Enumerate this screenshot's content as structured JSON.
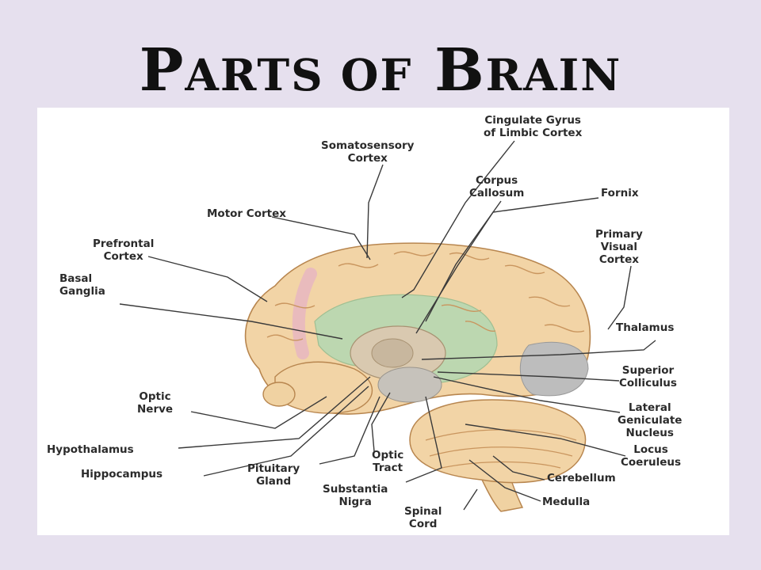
{
  "slide": {
    "title_initial_1": "P",
    "title_rest_1": "arts of",
    "title_initial_2": "B",
    "title_rest_2": "rain"
  },
  "labels": {
    "cingulate_gyrus": [
      "Cingulate Gyrus",
      "of Limbic Cortex"
    ],
    "somatosensory_cortex": [
      "Somatosensory",
      "Cortex"
    ],
    "corpus_callosum": [
      "Corpus",
      "Callosum"
    ],
    "fornix": [
      "Fornix"
    ],
    "motor_cortex": [
      "Motor Cortex"
    ],
    "prefrontal_cortex": [
      "Prefrontal",
      "Cortex"
    ],
    "primary_visual_cortex": [
      "Primary",
      "Visual",
      "Cortex"
    ],
    "basal_ganglia": [
      "Basal",
      "Ganglia"
    ],
    "thalamus": [
      "Thalamus"
    ],
    "superior_colliculus": [
      "Superior",
      "Colliculus"
    ],
    "optic_nerve": [
      "Optic",
      "Nerve"
    ],
    "lateral_geniculate_nucleus": [
      "Lateral",
      "Geniculate",
      "Nucleus"
    ],
    "hypothalamus": [
      "Hypothalamus"
    ],
    "locus_coeruleus": [
      "Locus",
      "Coeruleus"
    ],
    "optic_tract": [
      "Optic",
      "Tract"
    ],
    "pituitary_gland": [
      "Pituitary",
      "Gland"
    ],
    "hippocampus": [
      "Hippocampus"
    ],
    "cerebellum": [
      "Cerebellum"
    ],
    "substantia_nigra": [
      "Substantia",
      "Nigra"
    ],
    "medulla": [
      "Medulla"
    ],
    "spinal_cord": [
      "Spinal",
      "Cord"
    ]
  },
  "colors": {
    "background": "#e6e0ee",
    "cortex": "#f2d4a6",
    "gyri_lines": "#c9955e",
    "limbic_green": "#bcd7b0",
    "visual_gray": "#bdbdbd",
    "motor_pink": "#e8b8c0",
    "leader_line": "#3a3a3a"
  }
}
